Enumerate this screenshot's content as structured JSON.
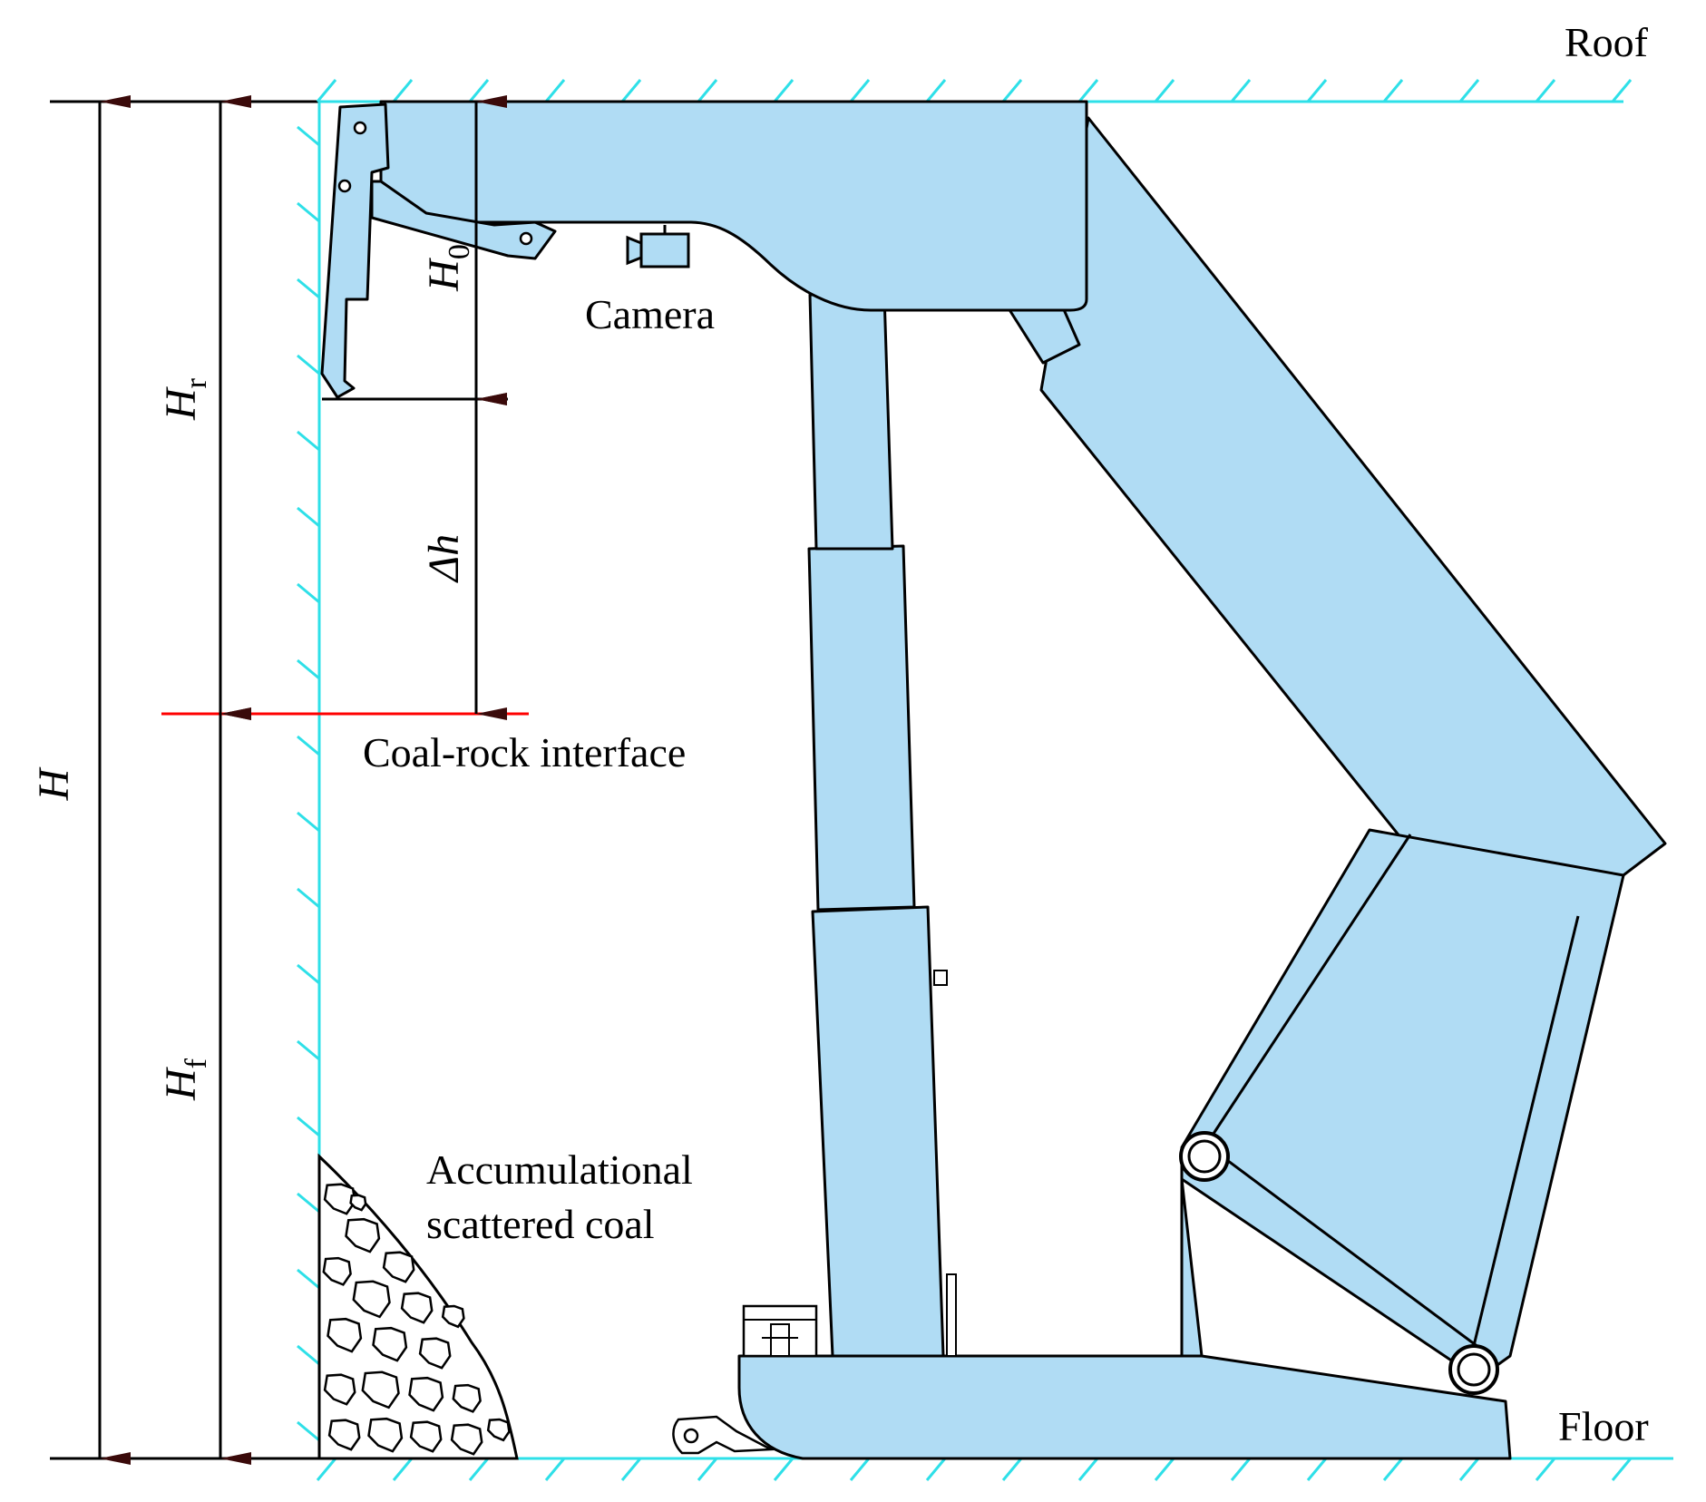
{
  "labels": {
    "roof": "Roof",
    "floor": "Floor",
    "camera": "Camera",
    "interface": "Coal-rock interface",
    "coal_line1": "Accumulational",
    "coal_line2": "scattered coal"
  },
  "symbols": {
    "H": "H",
    "Hr": "H",
    "Hr_sub": "r",
    "Hf": "H",
    "Hf_sub": "f",
    "H0": "H",
    "H0_sub": "0",
    "dh": "Δh"
  },
  "colors": {
    "support_fill": "#b0dcf4",
    "boundary": "#2ee0e8",
    "interface": "#ff0000",
    "outline": "#000000"
  }
}
